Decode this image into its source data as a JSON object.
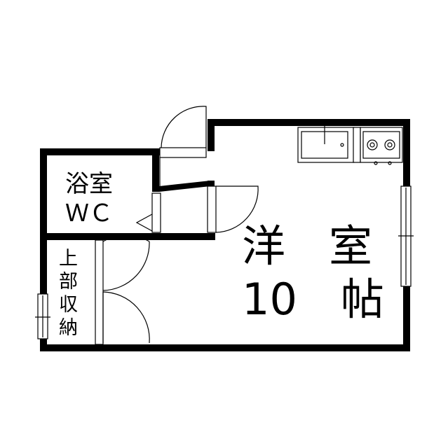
{
  "rooms": {
    "main": {
      "label_top": "洋　室",
      "label_bottom": "10　帖"
    },
    "bath": {
      "line1": "浴室",
      "line2": "ＷＣ"
    },
    "storage": {
      "chars": [
        "上",
        "部",
        "収",
        "納"
      ]
    }
  }
}
